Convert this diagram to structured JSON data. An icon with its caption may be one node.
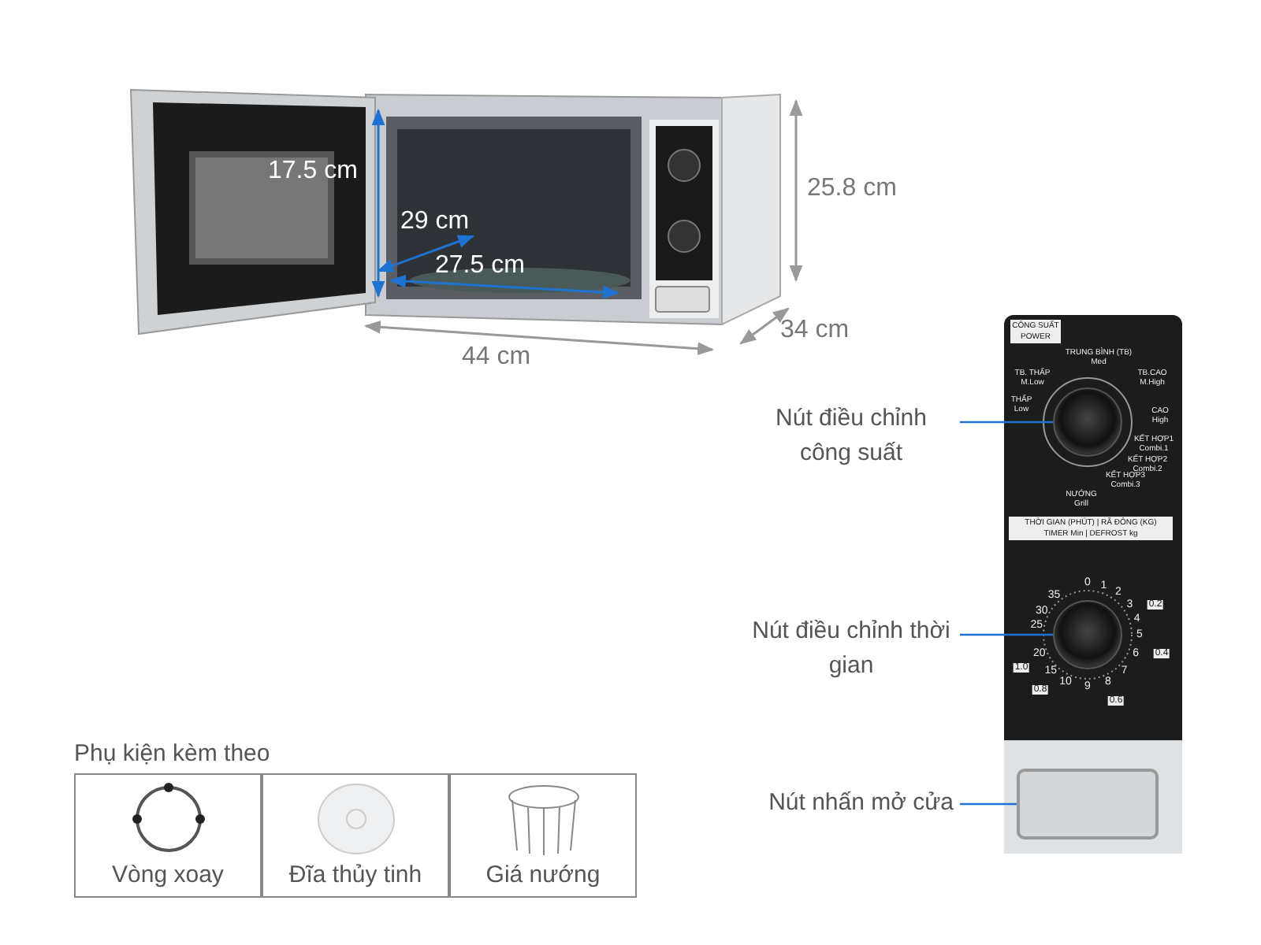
{
  "diagram": {
    "nodes": [
      {
        "text": [
          "Nút điều chỉnh công suất"
        ]
      },
      {
        "text": [],
        "shape": "circle"
      },
      {
        "text": [
          "Nút điều chỉnh thời gian"
        ]
      },
      {
        "text": [],
        "shape": "circle"
      },
      {
        "text": [
          "Nút nhấn mở cửa"
        ]
      },
      {
        "text": [],
        "shape": "box"
      }
    ],
    "edges": [
      {
        "from": 0,
        "to": 1,
        "arrow": "none"
      },
      {
        "from": 2,
        "to": 3,
        "arrow": "none"
      },
      {
        "from": 4,
        "to": 5,
        "arrow": "none"
      }
    ],
    "labels": [
      "17.5 cm",
      "29 cm",
      "27.5 cm",
      "25.8 cm",
      "34 cm",
      "44 cm",
      "CÔNG SUẤT",
      "POWER",
      "TRUNG BÌNH (TB)",
      "Med",
      "TB. THẤP",
      "M.Low",
      "TB.CAO",
      "M.High",
      "THẤP",
      "Low",
      "CAO",
      "High",
      "KẾT HỢP1",
      "Combi.1",
      "KẾT HỢP2",
      "Combi.2",
      "KẾT HỢP3",
      "Combi.3",
      "NƯỚNG",
      "Grill",
      "THỜI GIAN (PHÚT) | RÃ ĐÔNG (KG)",
      "TIMER Min | DEFROST kg",
      "0",
      "1",
      "2",
      "3",
      "4",
      "5",
      "6",
      "7",
      "8",
      "9",
      "10",
      "15",
      "20",
      "25",
      "30",
      "35",
      "0.2",
      "0.4",
      "0.6",
      "0.8",
      "1.0",
      "Phụ kiện kèm theo",
      "Vòng xoay",
      "Đĩa thủy tinh",
      "Giá nướng"
    ]
  }
}
